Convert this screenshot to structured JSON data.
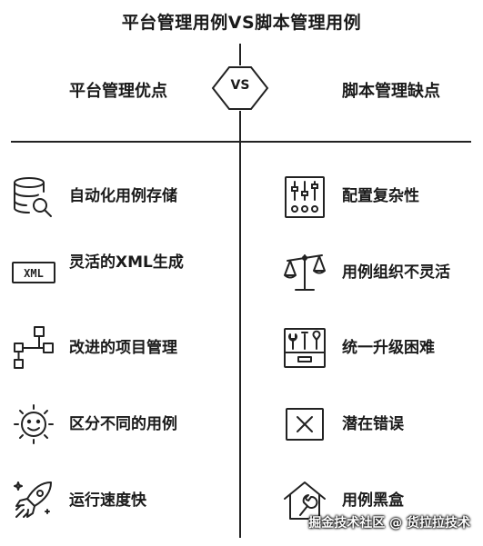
{
  "title": "平台管理用例VS脚本管理用例",
  "left_heading": "平台管理优点",
  "right_heading": "脚本管理缺点",
  "vs_label": "VS",
  "left_items": [
    {
      "label": "自动化用例存储",
      "icon": "database-search-icon"
    },
    {
      "label": "灵活的XML生成",
      "icon": "xml-icon"
    },
    {
      "label": "改进的项目管理",
      "icon": "flowchart-icon"
    },
    {
      "label": "区分不同的用例",
      "icon": "smiling-sun-face-icon"
    },
    {
      "label": "运行速度快",
      "icon": "rocket-icon"
    }
  ],
  "right_items": [
    {
      "label": "配置复杂性",
      "icon": "sliders-panel-icon"
    },
    {
      "label": "用例组织不灵活",
      "icon": "balance-scale-icon"
    },
    {
      "label": "统一升级困难",
      "icon": "toolbox-icon"
    },
    {
      "label": "潜在错误",
      "icon": "x-box-icon"
    },
    {
      "label": "用例黑盒",
      "icon": "house-wrench-icon"
    }
  ],
  "xml_icon_text": "XML",
  "watermark": "掘金技术社区 @ 货拉拉技术"
}
